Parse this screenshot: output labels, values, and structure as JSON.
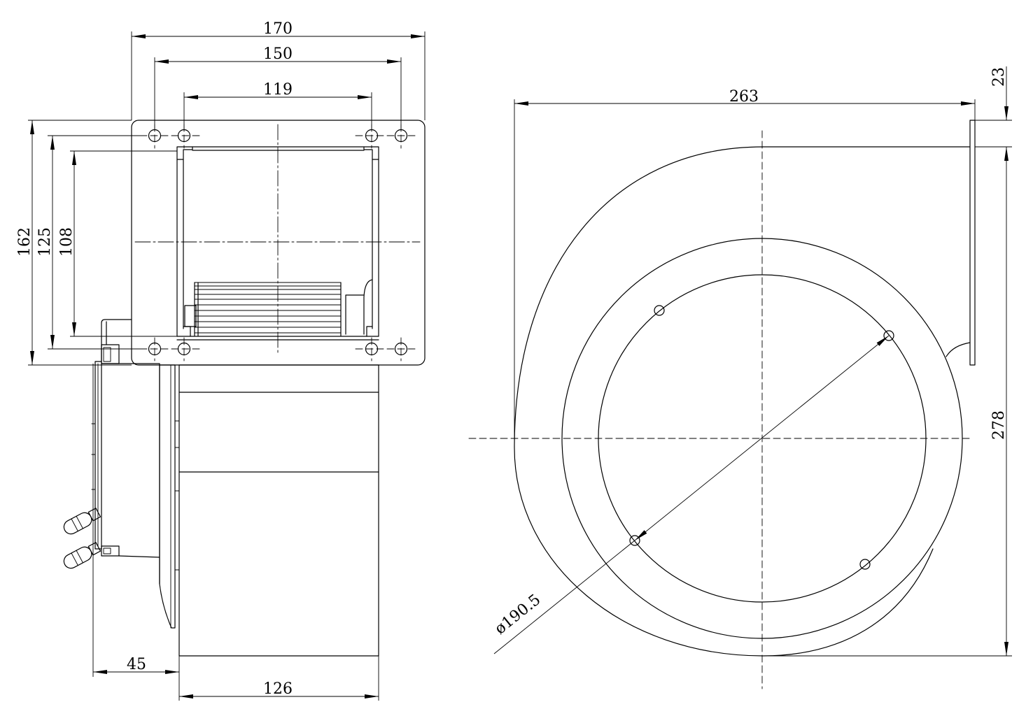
{
  "front_view": {
    "width_overall": "170",
    "width_hole_outer": "150",
    "width_hole_inner": "119",
    "height_overall": "162",
    "height_hole": "125",
    "height_opening": "108",
    "motor_depth": "45",
    "housing_depth": "126"
  },
  "side_view": {
    "length_overall": "263",
    "flange_offset": "23",
    "height_overall": "278",
    "bolt_circle": "ø190.5"
  },
  "colors": {
    "line": "#000000",
    "background": "#ffffff"
  }
}
